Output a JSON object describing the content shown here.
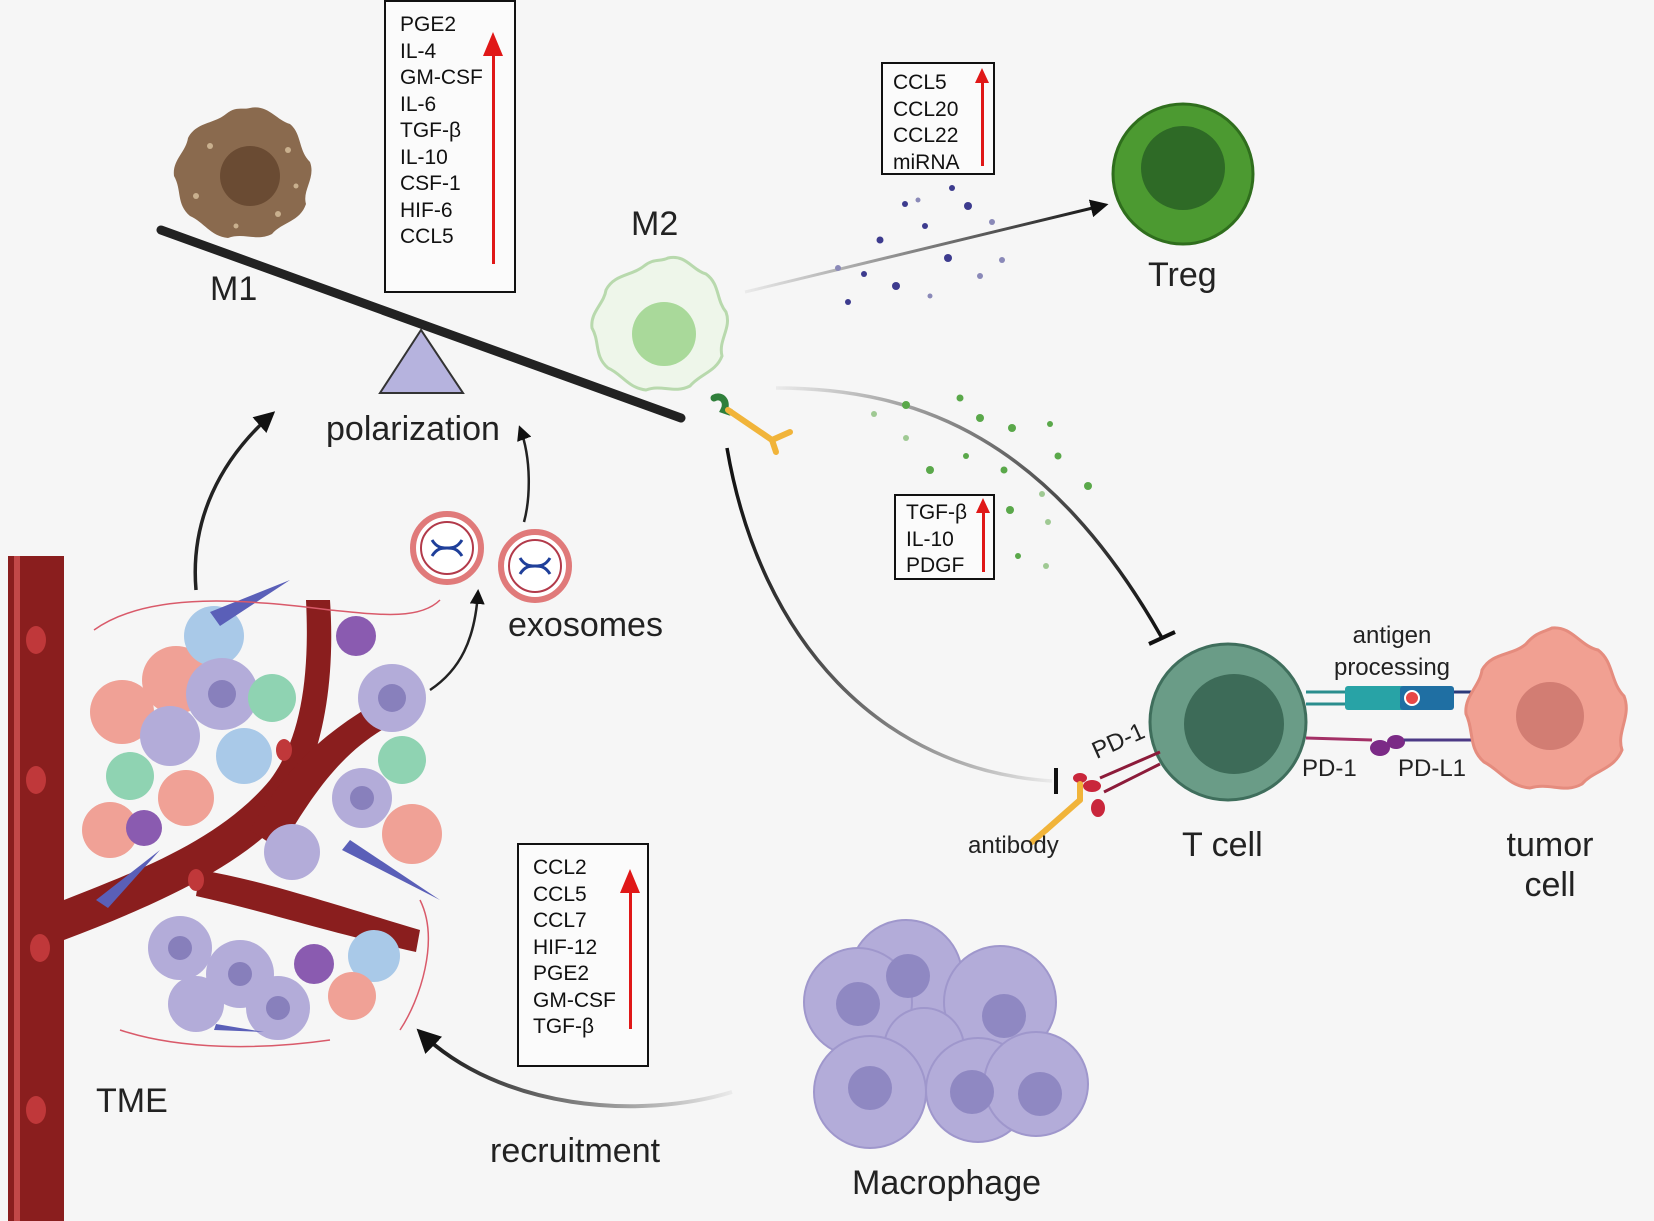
{
  "labels": {
    "m1": "M1",
    "m2": "M2",
    "polarization": "polarization",
    "exosomes": "exosomes",
    "treg": "Treg",
    "tme": "TME",
    "recruitment": "recruitment",
    "macrophage": "Macrophage",
    "t_cell": "T cell",
    "tumor_cell_line1": "tumor",
    "tumor_cell_line2": "cell",
    "antigen_processing_line1": "antigen",
    "antigen_processing_line2": "processing",
    "pd1_tilted": "PD-1",
    "pd1": "PD-1",
    "pdl1": "PD-L1",
    "antibody": "antibody"
  },
  "boxes": {
    "polarization_factors": [
      "PGE2",
      "IL-4",
      "GM-CSF",
      "IL-6",
      "TGF-β",
      "IL-10",
      "CSF-1",
      "HIF-6",
      "CCL5"
    ],
    "treg_factors": [
      "CCL5",
      "CCL20",
      "CCL22",
      "miRNA"
    ],
    "tcell_factors": [
      "TGF-β",
      "IL-10",
      "PDGF"
    ],
    "recruitment_factors": [
      "CCL2",
      "CCL5",
      "CCL7",
      "HIF-12",
      "PGE2",
      "GM-CSF",
      "TGF-β"
    ]
  },
  "colors": {
    "up_arrow": "#e01818",
    "m1_cell": "#8a6a4e",
    "m2_cell": "#a9d99a",
    "treg_cell": "#3f8f2c",
    "t_cell": "#5f9580",
    "tumor_cell": "#f1a092",
    "macrophage": "#b3acd9",
    "vessel": "#8a1e1e"
  }
}
